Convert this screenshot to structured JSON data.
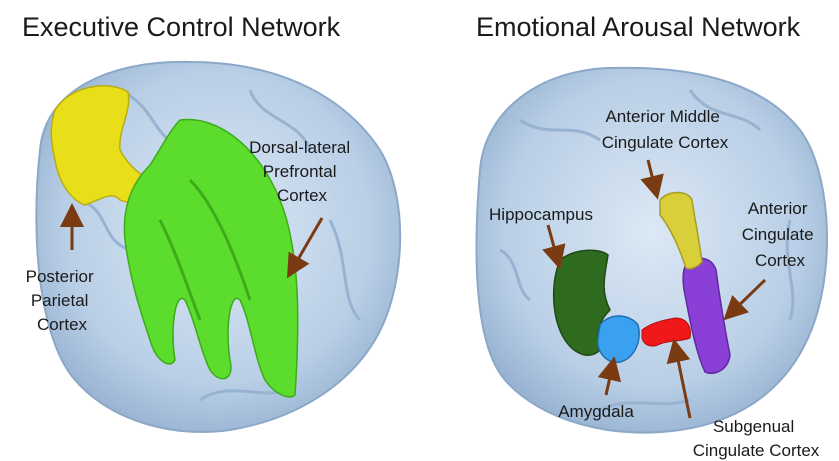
{
  "left_panel": {
    "title": "Executive Control Network",
    "labels": {
      "dlpfc": [
        "Dorsal-lateral",
        "Prefrontal",
        "Cortex"
      ],
      "ppc": [
        "Posterior",
        "Parietal",
        "Cortex"
      ]
    }
  },
  "right_panel": {
    "title": "Emotional Arousal Network",
    "labels": {
      "amcc": [
        "Anterior Middle",
        "Cingulate Cortex"
      ],
      "hippocampus": [
        "Hippocampus"
      ],
      "acc": [
        "Anterior",
        "Cingulate",
        "Cortex"
      ],
      "amygdala": [
        "Amygdala"
      ],
      "sgcc": [
        "Subgenual",
        "Cingulate Cortex"
      ]
    }
  },
  "colors": {
    "brain": "#b9cfe6",
    "brain_edge": "#7f9cbd",
    "green": "#5cdc2c",
    "yellow": "#e8de1a",
    "dark_green": "#2e6b1e",
    "blue": "#3aa0f0",
    "red": "#f01818",
    "purple": "#8a3fd6",
    "olive_yellow": "#d9cf3a",
    "arrow": "#7a3a12"
  }
}
